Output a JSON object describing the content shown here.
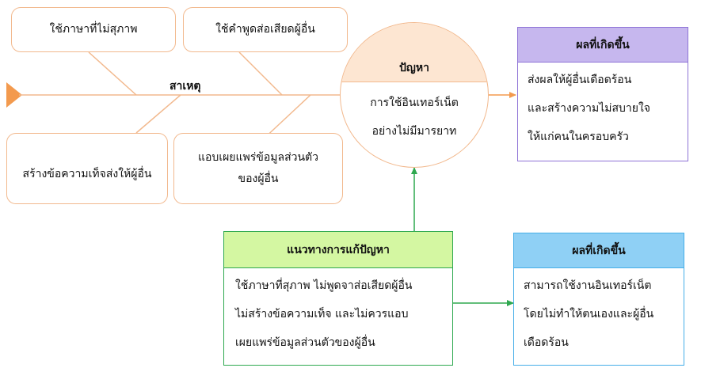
{
  "causes_label": "สาเหตุ",
  "causes": {
    "top_left": "ใช้ภาษาที่ไม่สุภาพ",
    "top_right": "ใช้คำพูดส่อเสียดผู้อื่น",
    "bottom_left": "สร้างข้อความเท็จส่งให้ผู้อื่น",
    "bottom_right": [
      "แอบเผยแพร่ข้อมูลส่วนตัว",
      "ของผู้อื่น"
    ]
  },
  "problem": {
    "title": "ปัญหา",
    "lines": [
      "การใช้อินเทอร์เน็ต",
      "อย่างไม่มีมารยาท"
    ]
  },
  "effect_problem": {
    "title": "ผลที่เกิดขึ้น",
    "lines": [
      "ส่งผลให้ผู้อื่นเดือดร้อน",
      "และสร้างความไม่สบายใจ",
      "ให้แก่คนในครอบครัว"
    ]
  },
  "solution": {
    "title": "แนวทางการแก้ปัญหา",
    "lines": [
      "ใช้ภาษาที่สุภาพ ไม่พูดจาส่อเสียดผู้อื่น",
      "ไม่สร้างข้อความเท็จ และไม่ควรแอบ",
      "เผยแพร่ข้อมูลส่วนตัวของผู้อื่น"
    ]
  },
  "effect_solution": {
    "title": "ผลที่เกิดขึ้น",
    "lines": [
      "สามารถใช้งานอินเทอร์เน็ต",
      "โดยไม่ทำให้ตนเองและผู้อื่น",
      "เดือดร้อน"
    ]
  },
  "colors": {
    "orange": "#f2b98e",
    "arrow_orange": "#f39a4e",
    "green": "#2ea84f",
    "purple_head": "#c6b7ee",
    "green_head": "#d4f7a2",
    "blue_head": "#8fd0f5"
  }
}
